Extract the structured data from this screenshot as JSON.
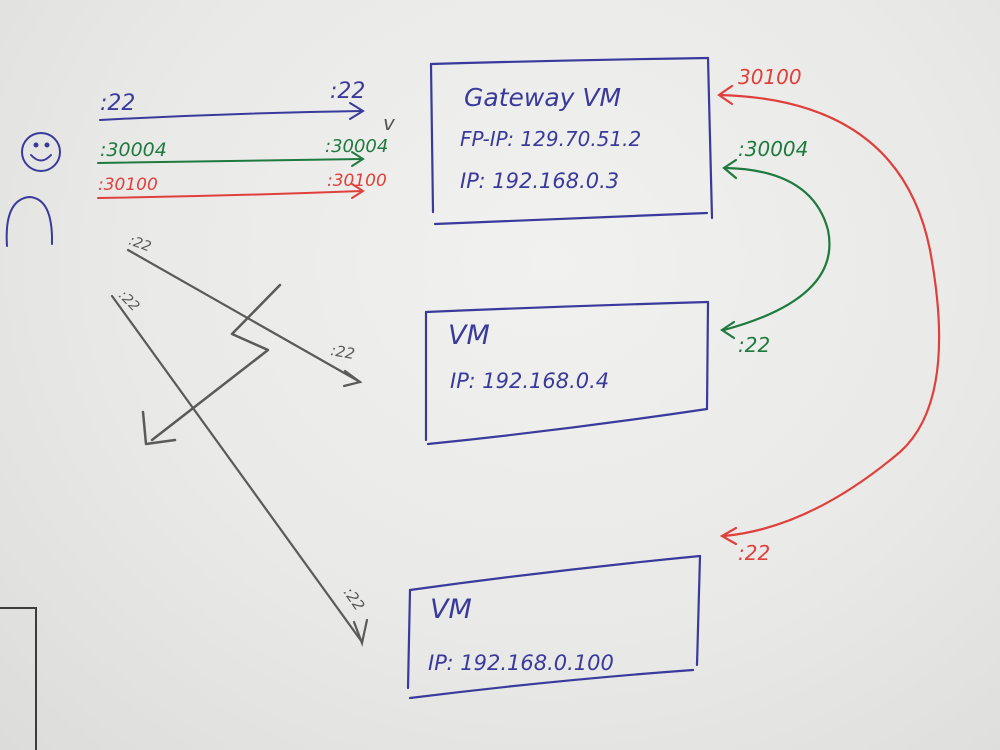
{
  "colors": {
    "blue": "#3a3a9c",
    "green": "#1f7a3f",
    "red": "#e0403c",
    "gray": "#5a5a5a"
  },
  "user": {
    "icon": "user-smiley-icon"
  },
  "client_ports": {
    "blue_left": ":22",
    "blue_right": ":22",
    "green_left": ":30004",
    "green_right": ":30004",
    "red_left": ":30100",
    "red_right": ":30100",
    "gray_a_left": ":22",
    "gray_a_right": ":22",
    "gray_b_left": ":22",
    "gray_b_right": ":22"
  },
  "gateway_vm": {
    "title": "Gateway VM",
    "fp_ip": "FP-IP: 129.70.51.2",
    "ip": "IP: 192.168.0.3",
    "port_red": "30100",
    "port_green": ":30004"
  },
  "vm_4": {
    "title": "VM",
    "ip": "IP: 192.168.0.4",
    "port_green": ":22"
  },
  "vm_100": {
    "title": "VM",
    "ip": "IP: 192.168.0.100",
    "port_red": ":22"
  },
  "marks": {
    "check": "v"
  }
}
